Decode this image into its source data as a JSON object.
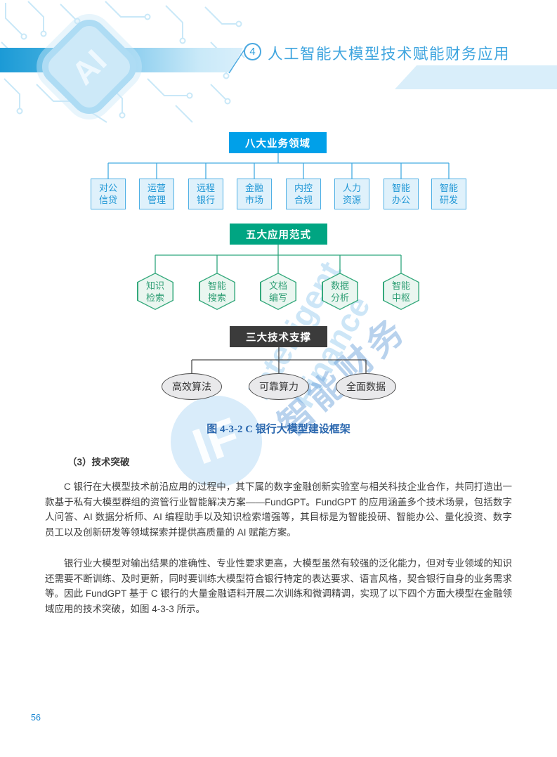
{
  "header": {
    "chapter_number": "4",
    "title": "人工智能大模型技术赋能财务应用",
    "logo_text": "AI",
    "accent_color": "#29abe2"
  },
  "diagram": {
    "tier1": {
      "title": "八大业务领域",
      "color": "#00a0e9",
      "items": [
        "对公\n信贷",
        "运营\n管理",
        "远程\n银行",
        "金融\n市场",
        "内控\n合规",
        "人力\n资源",
        "智能\n办公",
        "智能\n研发"
      ]
    },
    "tier2": {
      "title": "五大应用范式",
      "color": "#00a582",
      "items": [
        "知识\n检索",
        "智能\n搜索",
        "文档\n编写",
        "数据\n分析",
        "智能\n中枢"
      ]
    },
    "tier3": {
      "title": "三大技术支撑",
      "color": "#3b3b3b",
      "items": [
        "高效算法",
        "可靠算力",
        "全面数据"
      ]
    },
    "caption": "图 4-3-2 C 银行大模型建设框架"
  },
  "watermark": {
    "line1": "Intelligent",
    "line2": "Finance",
    "cn": "智能财务",
    "logo": "IF"
  },
  "content": {
    "heading": "（3）技术突破",
    "paragraphs": [
      "C 银行在大模型技术前沿应用的过程中，其下属的数字金融创新实验室与相关科技企业合作，共同打造出一款基于私有大模型群组的资管行业智能解决方案——FundGPT。FundGPT 的应用涵盖多个技术场景，包括数字人问答、AI 数据分析师、AI 编程助手以及知识检索增强等，其目标是为智能投研、智能办公、量化投资、数字员工以及创新研发等领域探索并提供高质量的 AI 赋能方案。",
      "银行业大模型对输出结果的准确性、专业性要求更高，大模型虽然有较强的泛化能力，但对专业领域的知识还需要不断训练、及时更新，同时要训练大模型符合银行特定的表达要求、语言风格，契合银行自身的业务需求等。因此 FundGPT 基于 C 银行的大量金融语料开展二次训练和微调精调，实现了以下四个方面大模型在金融领域应用的技术突破，如图 4-3-3 所示。"
    ]
  },
  "footer": {
    "page_number": "56"
  }
}
